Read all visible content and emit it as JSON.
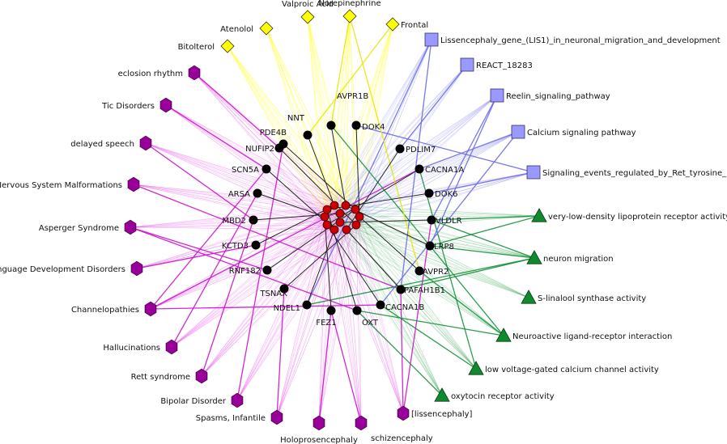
{
  "colors": {
    "drug": "#ffff00",
    "pathway": "#9999ff",
    "go": "#0f8a2e",
    "disease": "#990099",
    "gene": "#000000",
    "seed": "#cc0000",
    "drug_edge": "#ffff33",
    "pathway_edge": "#7777ee",
    "go_edge": "#1a9a3a",
    "disease_edge": "#dd22dd",
    "gene_edge": "#222222"
  },
  "categories": {
    "drug": [
      {
        "label": "Atenolol",
        "icon": "diamond-icon"
      },
      {
        "label": "Valproic Acid",
        "icon": "diamond-icon"
      },
      {
        "label": "Norepinephrine",
        "icon": "diamond-icon"
      },
      {
        "label": "Frontal",
        "icon": "diamond-icon"
      },
      {
        "label": "Bitolterol",
        "icon": "diamond-icon"
      }
    ],
    "pathway": [
      {
        "label": "Lissencephaly_gene_(LIS1)_in_neuronal_migration_and_development",
        "icon": "square-icon"
      },
      {
        "label": "REACT_18283",
        "icon": "square-icon"
      },
      {
        "label": "Reelin_signaling_pathway",
        "icon": "square-icon"
      },
      {
        "label": "Calcium signaling pathway",
        "icon": "square-icon"
      },
      {
        "label": "Signaling_events_regulated_by_Ret_tyrosine_kinase",
        "icon": "square-icon"
      }
    ],
    "go": [
      {
        "label": "very-low-density lipoprotein receptor activity",
        "icon": "triangle-icon"
      },
      {
        "label": "neuron migration",
        "icon": "triangle-icon"
      },
      {
        "label": "S-linalool synthase activity",
        "icon": "triangle-icon"
      },
      {
        "label": "Neuroactive ligand-receptor interaction",
        "icon": "triangle-icon"
      },
      {
        "label": "low voltage-gated calcium channel activity",
        "icon": "triangle-icon"
      },
      {
        "label": "oxytocin receptor activity",
        "icon": "triangle-icon"
      }
    ],
    "disease": [
      {
        "label": "eclosion rhythm",
        "icon": "hexagon-icon"
      },
      {
        "label": "Tic Disorders",
        "icon": "hexagon-icon"
      },
      {
        "label": "delayed speech",
        "icon": "hexagon-icon"
      },
      {
        "label": "Nervous System Malformations",
        "icon": "hexagon-icon"
      },
      {
        "label": "Asperger Syndrome",
        "icon": "hexagon-icon"
      },
      {
        "label": "Language Development Disorders",
        "icon": "hexagon-icon"
      },
      {
        "label": "Channelopathies",
        "icon": "hexagon-icon"
      },
      {
        "label": "Hallucinations",
        "icon": "hexagon-icon"
      },
      {
        "label": "Rett syndrome",
        "icon": "hexagon-icon"
      },
      {
        "label": "Bipolar Disorder",
        "icon": "hexagon-icon"
      },
      {
        "label": "Spasms, Infantile",
        "icon": "hexagon-icon"
      },
      {
        "label": "Holoprosencephaly",
        "icon": "hexagon-icon"
      },
      {
        "label": "schizencephaly",
        "icon": "hexagon-icon"
      },
      {
        "label": "[lissencephaly]",
        "icon": "hexagon-icon"
      }
    ],
    "gene": [
      {
        "label": "NNT"
      },
      {
        "label": "AVPR1B"
      },
      {
        "label": "PDE4B"
      },
      {
        "label": "DOK4"
      },
      {
        "label": "NUFIP2"
      },
      {
        "label": "PDLIM7"
      },
      {
        "label": "SCN5A"
      },
      {
        "label": "CACNA1A"
      },
      {
        "label": "ARSA"
      },
      {
        "label": "DOK6"
      },
      {
        "label": "MBD2"
      },
      {
        "label": "VLDLR"
      },
      {
        "label": "KCTD3"
      },
      {
        "label": "LRP8"
      },
      {
        "label": "RNF182"
      },
      {
        "label": "AVPR2"
      },
      {
        "label": "TSNAX"
      },
      {
        "label": "PAFAH1B1"
      },
      {
        "label": "NDEL1"
      },
      {
        "label": "CACNA1B"
      },
      {
        "label": "FEZ1"
      },
      {
        "label": "OXT"
      }
    ],
    "seed_count": 12
  },
  "gene_links": {
    "CACNA1A": [
      "Calcium signaling pathway",
      "low voltage-gated calcium channel activity",
      "Channelopathies"
    ],
    "CACNA1B": [
      "Calcium signaling pathway",
      "low voltage-gated calcium channel activity",
      "Channelopathies"
    ],
    "VLDLR": [
      "Reelin_signaling_pathway",
      "very-low-density lipoprotein receptor activity",
      "neuron migration",
      "[lissencephaly]"
    ],
    "LRP8": [
      "Reelin_signaling_pathway",
      "very-low-density lipoprotein receptor activity",
      "neuron migration"
    ],
    "PAFAH1B1": [
      "Lissencephaly_gene_(LIS1)_in_neuronal_migration_and_development",
      "neuron migration",
      "[lissencephaly]",
      "Nervous System Malformations"
    ],
    "NDEL1": [
      "Lissencephaly_gene_(LIS1)_in_neuronal_migration_and_development",
      "neuron migration"
    ],
    "DOK4": [
      "Signaling_events_regulated_by_Ret_tyrosine_kinase"
    ],
    "DOK6": [
      "Signaling_events_regulated_by_Ret_tyrosine_kinase"
    ],
    "AVPR1B": [
      "Neuroactive ligand-receptor interaction",
      "Norepinephrine"
    ],
    "AVPR2": [
      "Neuroactive ligand-receptor interaction",
      "Norepinephrine"
    ],
    "OXT": [
      "oxytocin receptor activity",
      "Neuroactive ligand-receptor interaction",
      "Asperger Syndrome"
    ],
    "MBD2": [
      "Rett syndrome",
      "delayed speech"
    ],
    "SCN5A": [
      "Channelopathies",
      "Tic Disorders"
    ],
    "ARSA": [
      "Hallucinations"
    ],
    "KCTD3": [
      "Language Development Disorders"
    ],
    "PDE4B": [
      "Bipolar Disorder"
    ],
    "NNT": [
      "Frontal"
    ],
    "NUFIP2": [
      "eclosion rhythm"
    ],
    "FEZ1": [
      "schizencephaly",
      "Holoprosencephaly"
    ],
    "TSNAX": [
      "Spasms, Infantile"
    ],
    "RNF182": [
      "Asperger Syndrome"
    ],
    "PDLIM7": [
      "REACT_18283"
    ]
  }
}
